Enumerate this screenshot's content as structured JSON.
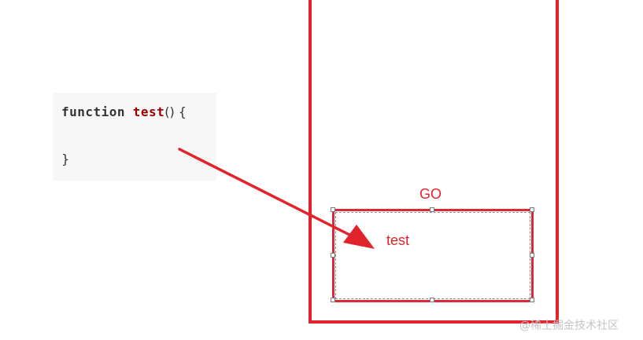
{
  "code": {
    "keyword": "function",
    "name": "test",
    "open": "() {",
    "close": "}"
  },
  "frame": {
    "top_label": "GO",
    "inner_label": "test"
  },
  "watermark": "@稀土掘金技术社区",
  "colors": {
    "accent_red": "#e3232c",
    "code_name": "#990000",
    "code_bg": "#f7f7f7"
  }
}
